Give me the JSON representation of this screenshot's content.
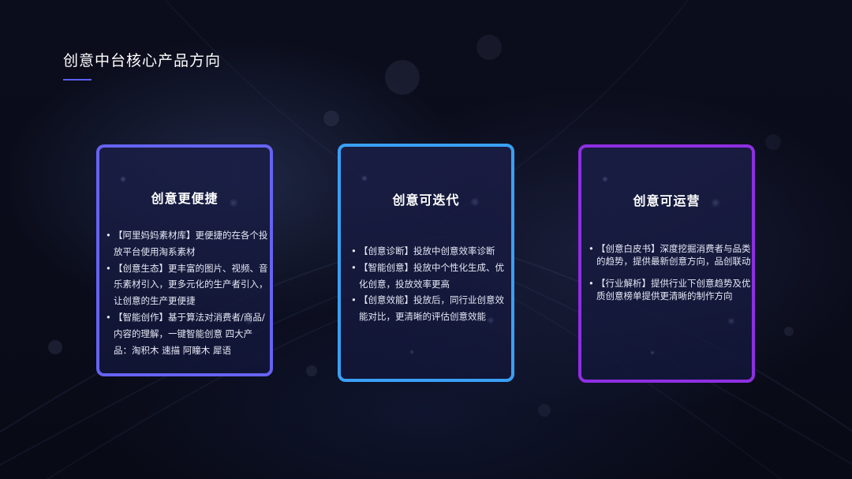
{
  "slide": {
    "title": "创意中台核心产品方向",
    "accent_color": "#5b5ff0"
  },
  "cards": [
    {
      "title": "创意更便捷",
      "border_color": "#6663f2",
      "bullets": [
        "【阿里妈妈素材库】更便捷的在各个投放平台使用淘系素材",
        "【创意生态】更丰富的图片、视频、音乐素材引入，更多元化的生产者引入，让创意的生产更便捷",
        "【智能创作】基于算法对消费者/商品/内容的理解，一键智能创意 四大产品：淘积木 速描 阿瞳木 犀语"
      ]
    },
    {
      "title": "创意可迭代",
      "border_color": "#3aa0f5",
      "bullets": [
        "【创意诊断】投放中创意效率诊断",
        "【智能创意】投放中个性化生成、优化创意，投放效率更高",
        "【创意效能】投放后，同行业创意效能对比，更清晰的评估创意效能"
      ]
    },
    {
      "title": "创意可运营",
      "border_color": "#8e2fe2",
      "bullets": [
        "【创意白皮书】深度挖掘消费者与品类的趋势，提供最新创意方向，品创联动",
        "【行业解析】提供行业下创意趋势及优质创意榜单提供更清晰的制作方向"
      ]
    }
  ]
}
